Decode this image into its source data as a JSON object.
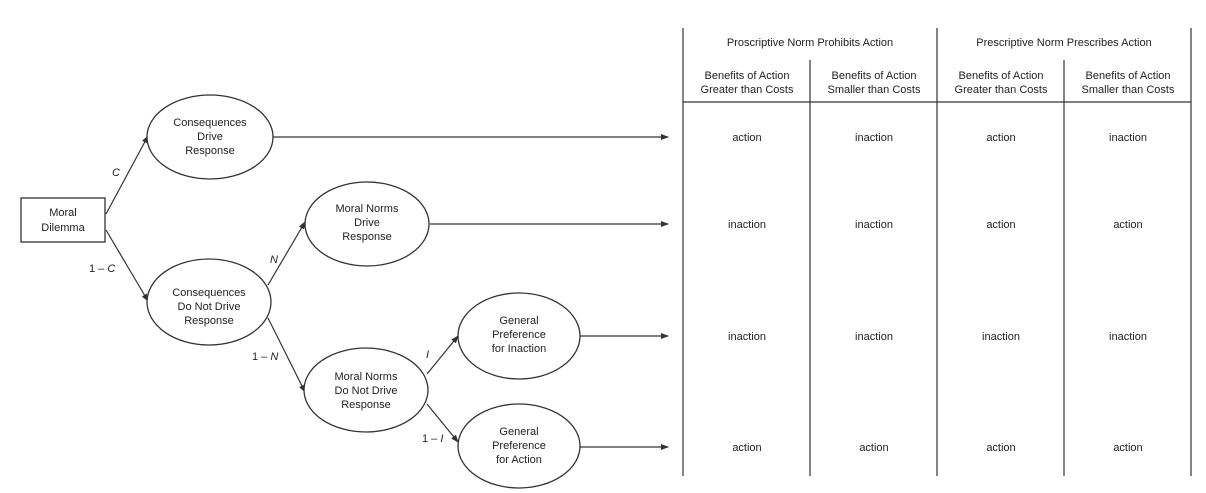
{
  "nodes": {
    "start": [
      "Moral",
      "Dilemma"
    ],
    "consequences_drive": [
      "Consequences",
      "Drive",
      "Response"
    ],
    "consequences_not_drive": [
      "Consequences",
      "Do Not Drive",
      "Response"
    ],
    "norms_drive": [
      "Moral Norms",
      "Drive",
      "Response"
    ],
    "norms_not_drive": [
      "Moral Norms",
      "Do Not Drive",
      "Response"
    ],
    "pref_inaction": [
      "General",
      "Preference",
      "for Inaction"
    ],
    "pref_action": [
      "General",
      "Preference",
      "for Action"
    ]
  },
  "probabilities": {
    "c": {
      "prefix": "",
      "var": "C"
    },
    "one_minus_c": {
      "prefix": "1 – ",
      "var": "C"
    },
    "n": {
      "prefix": "",
      "var": "N"
    },
    "one_minus_n": {
      "prefix": "1 – ",
      "var": "N"
    },
    "i": {
      "prefix": "",
      "var": "I"
    },
    "one_minus_i": {
      "prefix": "1 – ",
      "var": "I"
    }
  },
  "table": {
    "group_headers": [
      "Proscriptive Norm Prohibits Action",
      "Prescriptive Norm Prescribes Action"
    ],
    "column_headers": [
      [
        "Benefits of Action",
        "Greater than Costs"
      ],
      [
        "Benefits of Action",
        "Smaller than Costs"
      ],
      [
        "Benefits of Action",
        "Greater than Costs"
      ],
      [
        "Benefits of Action",
        "Smaller than Costs"
      ]
    ],
    "rows": [
      [
        "action",
        "inaction",
        "action",
        "inaction"
      ],
      [
        "inaction",
        "inaction",
        "action",
        "action"
      ],
      [
        "inaction",
        "inaction",
        "inaction",
        "inaction"
      ],
      [
        "action",
        "action",
        "action",
        "action"
      ]
    ]
  }
}
